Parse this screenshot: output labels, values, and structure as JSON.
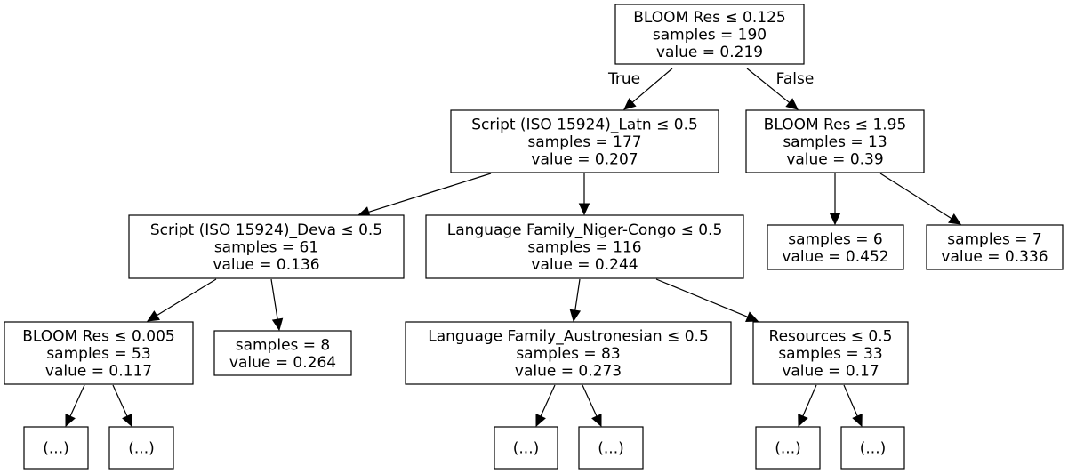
{
  "tree": {
    "nodes": [
      {
        "id": "n0",
        "lines": [
          "BLOOM Res ≤ 0.125",
          "samples = 190",
          "value = 0.219"
        ]
      },
      {
        "id": "n1",
        "lines": [
          "Script (ISO 15924)_Latn ≤ 0.5",
          "samples = 177",
          "value = 0.207"
        ]
      },
      {
        "id": "n2",
        "lines": [
          "BLOOM Res ≤ 1.95",
          "samples = 13",
          "value = 0.39"
        ]
      },
      {
        "id": "n3",
        "lines": [
          "Script (ISO 15924)_Deva ≤ 0.5",
          "samples = 61",
          "value = 0.136"
        ]
      },
      {
        "id": "n4",
        "lines": [
          "Language Family_Niger-Congo ≤ 0.5",
          "samples = 116",
          "value = 0.244"
        ]
      },
      {
        "id": "n5",
        "lines": [
          "samples = 6",
          "value = 0.452"
        ]
      },
      {
        "id": "n6",
        "lines": [
          "samples = 7",
          "value = 0.336"
        ]
      },
      {
        "id": "n7",
        "lines": [
          "BLOOM Res ≤ 0.005",
          "samples = 53",
          "value = 0.117"
        ]
      },
      {
        "id": "n8",
        "lines": [
          "samples = 8",
          "value = 0.264"
        ]
      },
      {
        "id": "n9",
        "lines": [
          "Language Family_Austronesian ≤ 0.5",
          "samples = 83",
          "value = 0.273"
        ]
      },
      {
        "id": "n10",
        "lines": [
          "Resources ≤ 0.5",
          "samples = 33",
          "value = 0.17"
        ]
      },
      {
        "id": "n11",
        "lines": [
          "(...)"
        ]
      },
      {
        "id": "n12",
        "lines": [
          "(...)"
        ]
      },
      {
        "id": "n13",
        "lines": [
          "(...)"
        ]
      },
      {
        "id": "n14",
        "lines": [
          "(...)"
        ]
      },
      {
        "id": "n15",
        "lines": [
          "(...)"
        ]
      },
      {
        "id": "n16",
        "lines": [
          "(...)"
        ]
      }
    ],
    "edges": [
      {
        "from": "n0",
        "to": "n1",
        "label": "True"
      },
      {
        "from": "n0",
        "to": "n2",
        "label": "False"
      },
      {
        "from": "n1",
        "to": "n3",
        "label": ""
      },
      {
        "from": "n1",
        "to": "n4",
        "label": ""
      },
      {
        "from": "n2",
        "to": "n5",
        "label": ""
      },
      {
        "from": "n2",
        "to": "n6",
        "label": ""
      },
      {
        "from": "n3",
        "to": "n7",
        "label": ""
      },
      {
        "from": "n3",
        "to": "n8",
        "label": ""
      },
      {
        "from": "n4",
        "to": "n9",
        "label": ""
      },
      {
        "from": "n4",
        "to": "n10",
        "label": ""
      },
      {
        "from": "n7",
        "to": "n11",
        "label": ""
      },
      {
        "from": "n7",
        "to": "n12",
        "label": ""
      },
      {
        "from": "n9",
        "to": "n13",
        "label": ""
      },
      {
        "from": "n9",
        "to": "n14",
        "label": ""
      },
      {
        "from": "n10",
        "to": "n15",
        "label": ""
      },
      {
        "from": "n10",
        "to": "n16",
        "label": ""
      }
    ]
  }
}
